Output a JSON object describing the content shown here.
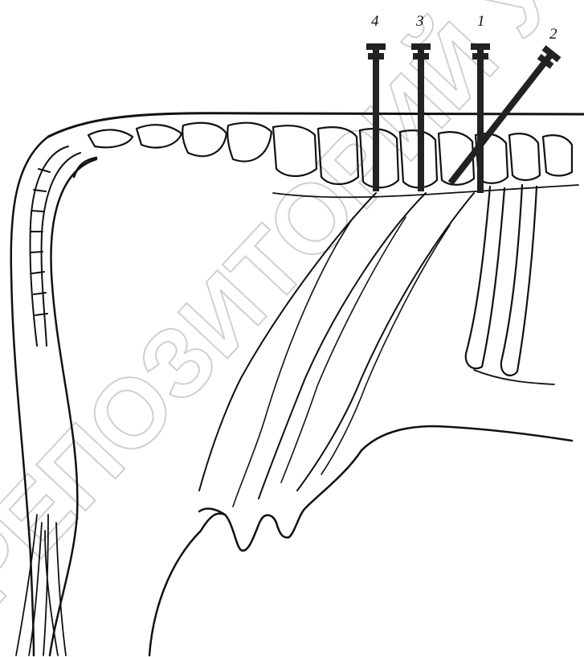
{
  "figure": {
    "needle_labels": [
      "4",
      "3",
      "1",
      "2"
    ],
    "watermark": "РЕПОЗИТОРИЙ УО ВГ",
    "ink_color": "#111111",
    "watermark_color": "#d0d0d0"
  }
}
